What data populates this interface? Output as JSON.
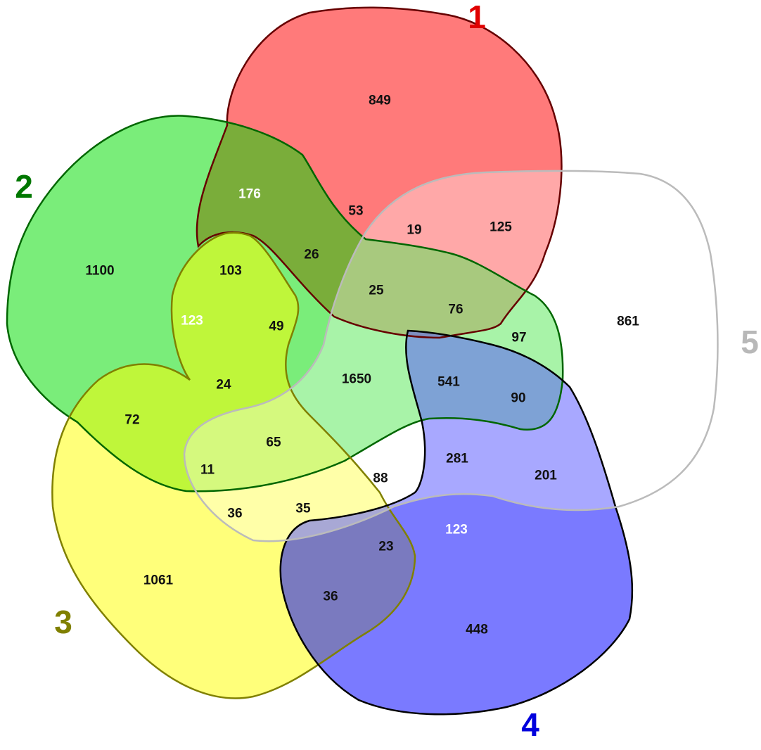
{
  "sets": [
    {
      "label": "1",
      "fill": "#ff0000",
      "stroke": "#660000",
      "label_color": "#e00000"
    },
    {
      "label": "2",
      "fill": "#00dd00",
      "stroke": "#006600",
      "label_color": "#007700"
    },
    {
      "label": "3",
      "fill": "#ffff00",
      "stroke": "#808000",
      "label_color": "#808000"
    },
    {
      "label": "4",
      "fill": "#0000ff",
      "stroke": "#000000",
      "label_color": "#0000dd"
    },
    {
      "label": "5",
      "fill": "#ffffff",
      "stroke": "#bbbbbb",
      "label_color": "#b8b8b8"
    }
  ],
  "regions": [
    {
      "sets": "1",
      "count": "849"
    },
    {
      "sets": "2",
      "count": "1100"
    },
    {
      "sets": "3",
      "count": "1061"
    },
    {
      "sets": "4",
      "count": "448"
    },
    {
      "sets": "5",
      "count": "861"
    },
    {
      "sets": "1,2",
      "count": "176",
      "light": true
    },
    {
      "sets": "1,5",
      "count": "53"
    },
    {
      "sets": "1,5",
      "count": "19"
    },
    {
      "sets": "1,5",
      "count": "125"
    },
    {
      "sets": "1,2,5",
      "count": "26"
    },
    {
      "sets": "1,2,3",
      "count": "103"
    },
    {
      "sets": "2,3",
      "count": "123",
      "light": true
    },
    {
      "sets": "1,2,5",
      "count": "25"
    },
    {
      "sets": "1,2,5",
      "count": "76"
    },
    {
      "sets": "2,5",
      "count": "97"
    },
    {
      "sets": "1,2,3,5",
      "count": "49"
    },
    {
      "sets": "2,3,5",
      "count": "24"
    },
    {
      "sets": "2,3",
      "count": "72"
    },
    {
      "sets": "1,2,3,4,5",
      "count": "1650"
    },
    {
      "sets": "1,2,4,5",
      "count": "541"
    },
    {
      "sets": "2,4,5",
      "count": "90"
    },
    {
      "sets": "2,3,5",
      "count": "65"
    },
    {
      "sets": "3,5",
      "count": "11"
    },
    {
      "sets": "1,4,5",
      "count": "281"
    },
    {
      "sets": "4,5",
      "count": "201"
    },
    {
      "sets": "3,5",
      "count": "36"
    },
    {
      "sets": "3,4,5",
      "count": "35"
    },
    {
      "sets": "1,3,4,5",
      "count": "88"
    },
    {
      "sets": "1,4",
      "count": "123",
      "light": true
    },
    {
      "sets": "1,3,4",
      "count": "23"
    },
    {
      "sets": "3,4",
      "count": "36"
    }
  ]
}
